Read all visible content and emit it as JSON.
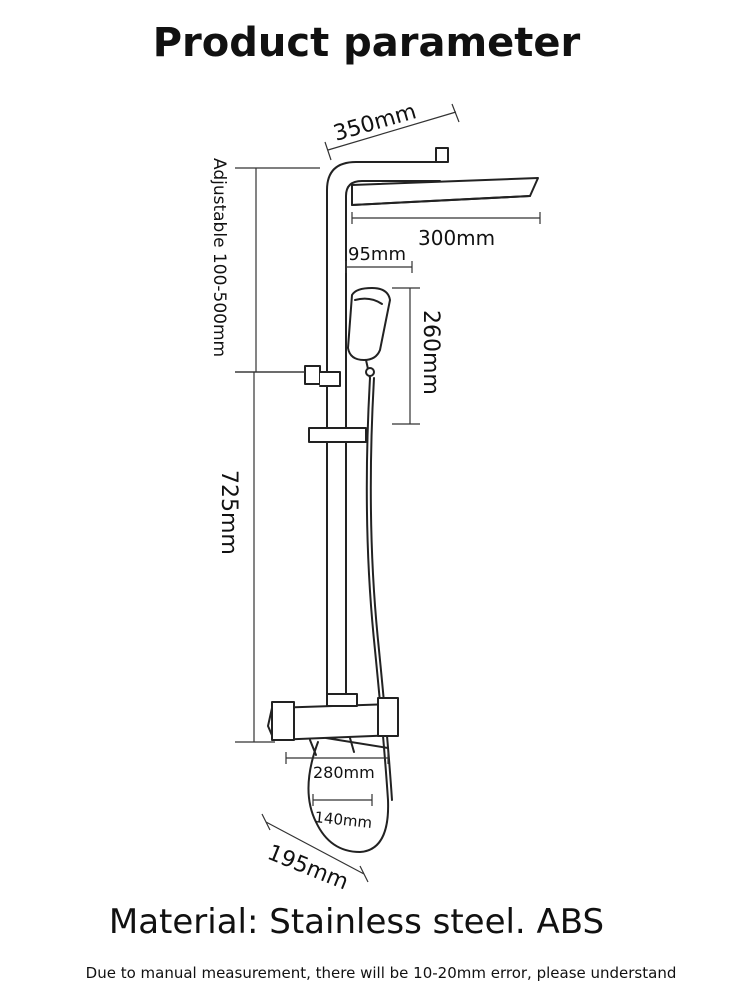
{
  "title": "Product parameter",
  "dimensions": {
    "top_width": "350mm",
    "head_width": "300mm",
    "hand_width": "95mm",
    "hand_height": "260mm",
    "adjustable": "Adjustable 100-500mm",
    "bar_height": "725mm",
    "valve_width": "280mm",
    "inlet_spacing": "140mm",
    "wall_depth": "195mm"
  },
  "material": "Material: Stainless steel. ABS",
  "note": "Due to manual measurement, there will be 10-20mm error, please understand"
}
